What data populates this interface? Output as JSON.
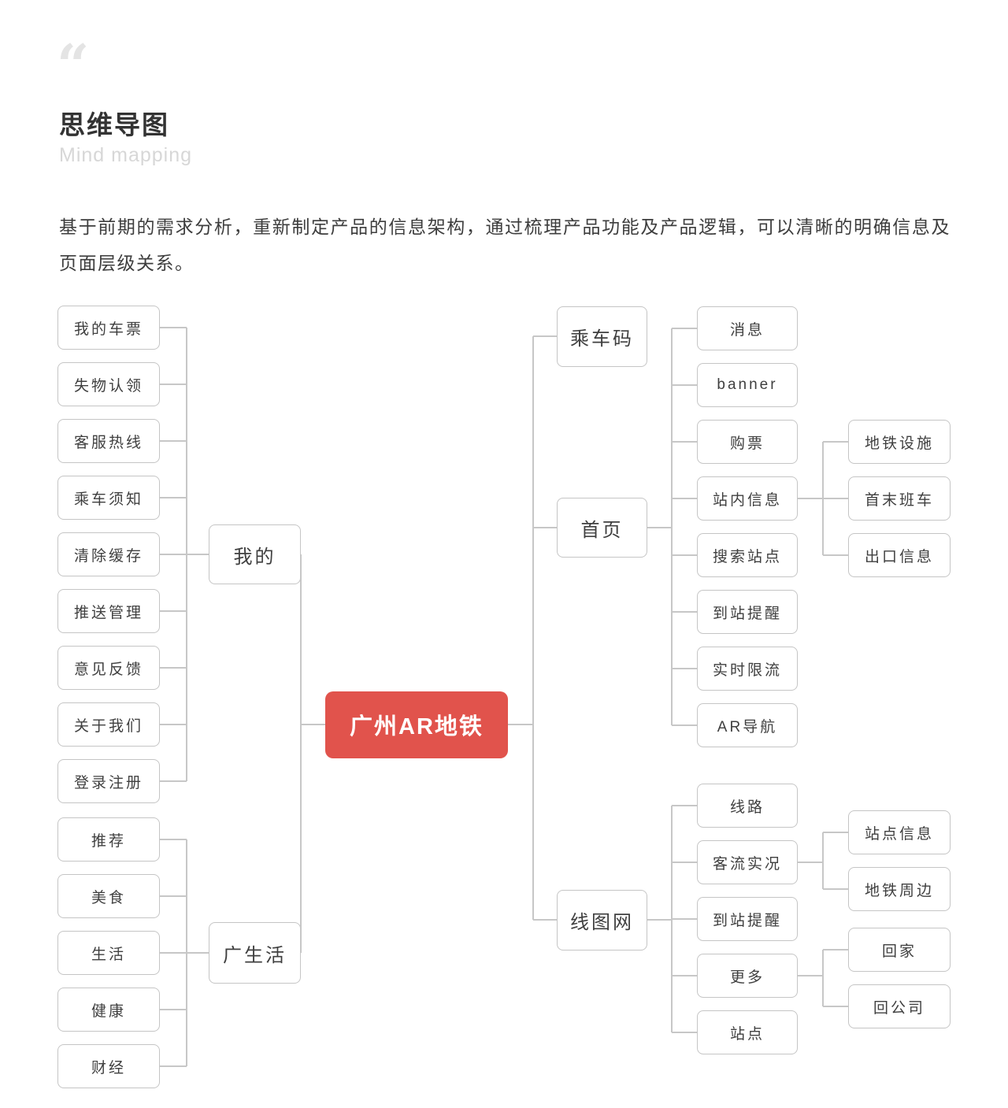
{
  "header": {
    "quote_icon": "“",
    "title": "思维导图",
    "subtitle": "Mind mapping",
    "description": "基于前期的需求分析，重新制定产品的信息架构，通过梳理产品功能及产品逻辑，可以清晰的明确信息及页面层级关系。"
  },
  "mindmap": {
    "root": "广州AR地铁",
    "colors": {
      "root_bg": "#E1534C",
      "root_text": "#FFFFFF",
      "line": "#C7C7C7",
      "node_border": "#C5C5C5",
      "node_text": "#3F3F3F"
    },
    "left": [
      {
        "label": "我的",
        "children": [
          "我的车票",
          "失物认领",
          "客服热线",
          "乘车须知",
          "清除缓存",
          "推送管理",
          "意见反馈",
          "关于我们",
          "登录注册"
        ]
      },
      {
        "label": "广生活",
        "children": [
          "推荐",
          "美食",
          "生活",
          "健康",
          "财经"
        ]
      }
    ],
    "right": [
      {
        "label": "乘车码",
        "children": []
      },
      {
        "label": "首页",
        "children": [
          {
            "label": "消息"
          },
          {
            "label": "banner"
          },
          {
            "label": "购票"
          },
          {
            "label": "站内信息",
            "children": [
              "地铁设施",
              "首末班车",
              "出口信息"
            ]
          },
          {
            "label": "搜索站点"
          },
          {
            "label": "到站提醒"
          },
          {
            "label": "实时限流"
          },
          {
            "label": "AR导航"
          }
        ]
      },
      {
        "label": "线图网",
        "children": [
          {
            "label": "线路"
          },
          {
            "label": "客流实况",
            "children": [
              "站点信息",
              "地铁周边"
            ]
          },
          {
            "label": "到站提醒"
          },
          {
            "label": "更多",
            "children": [
              "回家",
              "回公司"
            ]
          },
          {
            "label": "站点"
          }
        ]
      }
    ]
  }
}
